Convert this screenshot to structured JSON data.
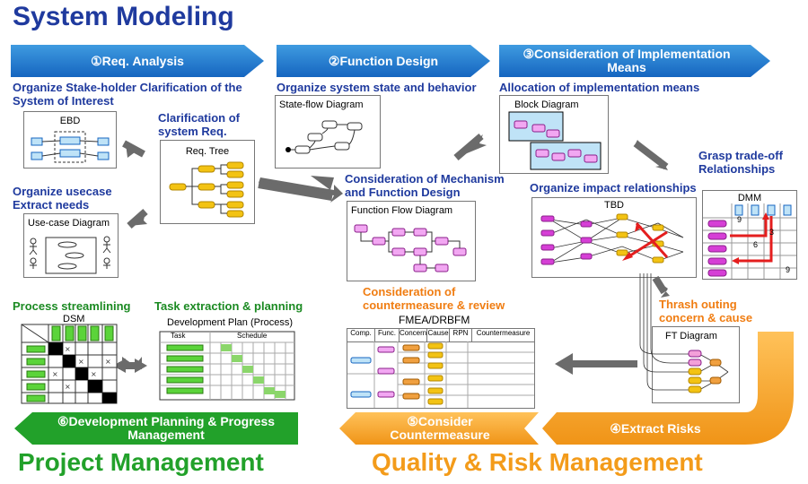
{
  "title": "System Modeling",
  "phases": {
    "req": "①Req. Analysis",
    "func": "②Function Design",
    "impl": "③Consideration of Implementation Means",
    "risk": "④Extract Risks",
    "counter": "⑤Consider Countermeasure",
    "plan": "⑥Development Planning & Progress Management"
  },
  "labels": {
    "stakeholder": "Organize Stake-holder Clarification of the System of Interest",
    "usecase": "Organize usecase Extract needs",
    "clarify": "Clarification of system Req.",
    "state": "Organize system state and behavior",
    "mechanism": "Consideration of Mechanism and Function Design",
    "allocation": "Allocation of implementation means",
    "tradeoff": "Grasp trade-off Relationships",
    "impact": "Organize impact relationships",
    "thrash": "Thrash outing concern & cause",
    "countermeasure": "Consideration of countermeasure & review",
    "streamline": "Process streamlining",
    "task": "Task extraction & planning"
  },
  "diagrams": {
    "ebd": "EBD",
    "usecase": "Use-case Diagram",
    "reqtree": "Req. Tree",
    "stateflow": "State-flow Diagram",
    "funcflow": "Function Flow Diagram",
    "block": "Block Diagram",
    "dmm": "DMM",
    "tbd": "TBD",
    "ft": "FT Diagram",
    "fmea": "FMEA/DRBFM",
    "dsm": "DSM",
    "devplan": "Development Plan (Process)"
  },
  "fmea_cols": [
    "Comp.",
    "Func.",
    "Concern",
    "Cause",
    "RPN",
    "Countermeasure"
  ],
  "plan_cols": [
    "Task",
    "Schedule"
  ],
  "dmm_nums": [
    "9",
    "3",
    "6",
    "9"
  ],
  "footer": {
    "pm": "Project Management",
    "qrm": "Quality & Risk Management"
  },
  "colors": {
    "blue": "#1565c0",
    "green": "#1b9a22",
    "orange": "#f39b1a",
    "pink": "#d63fd6",
    "yellow": "#f3c313"
  }
}
